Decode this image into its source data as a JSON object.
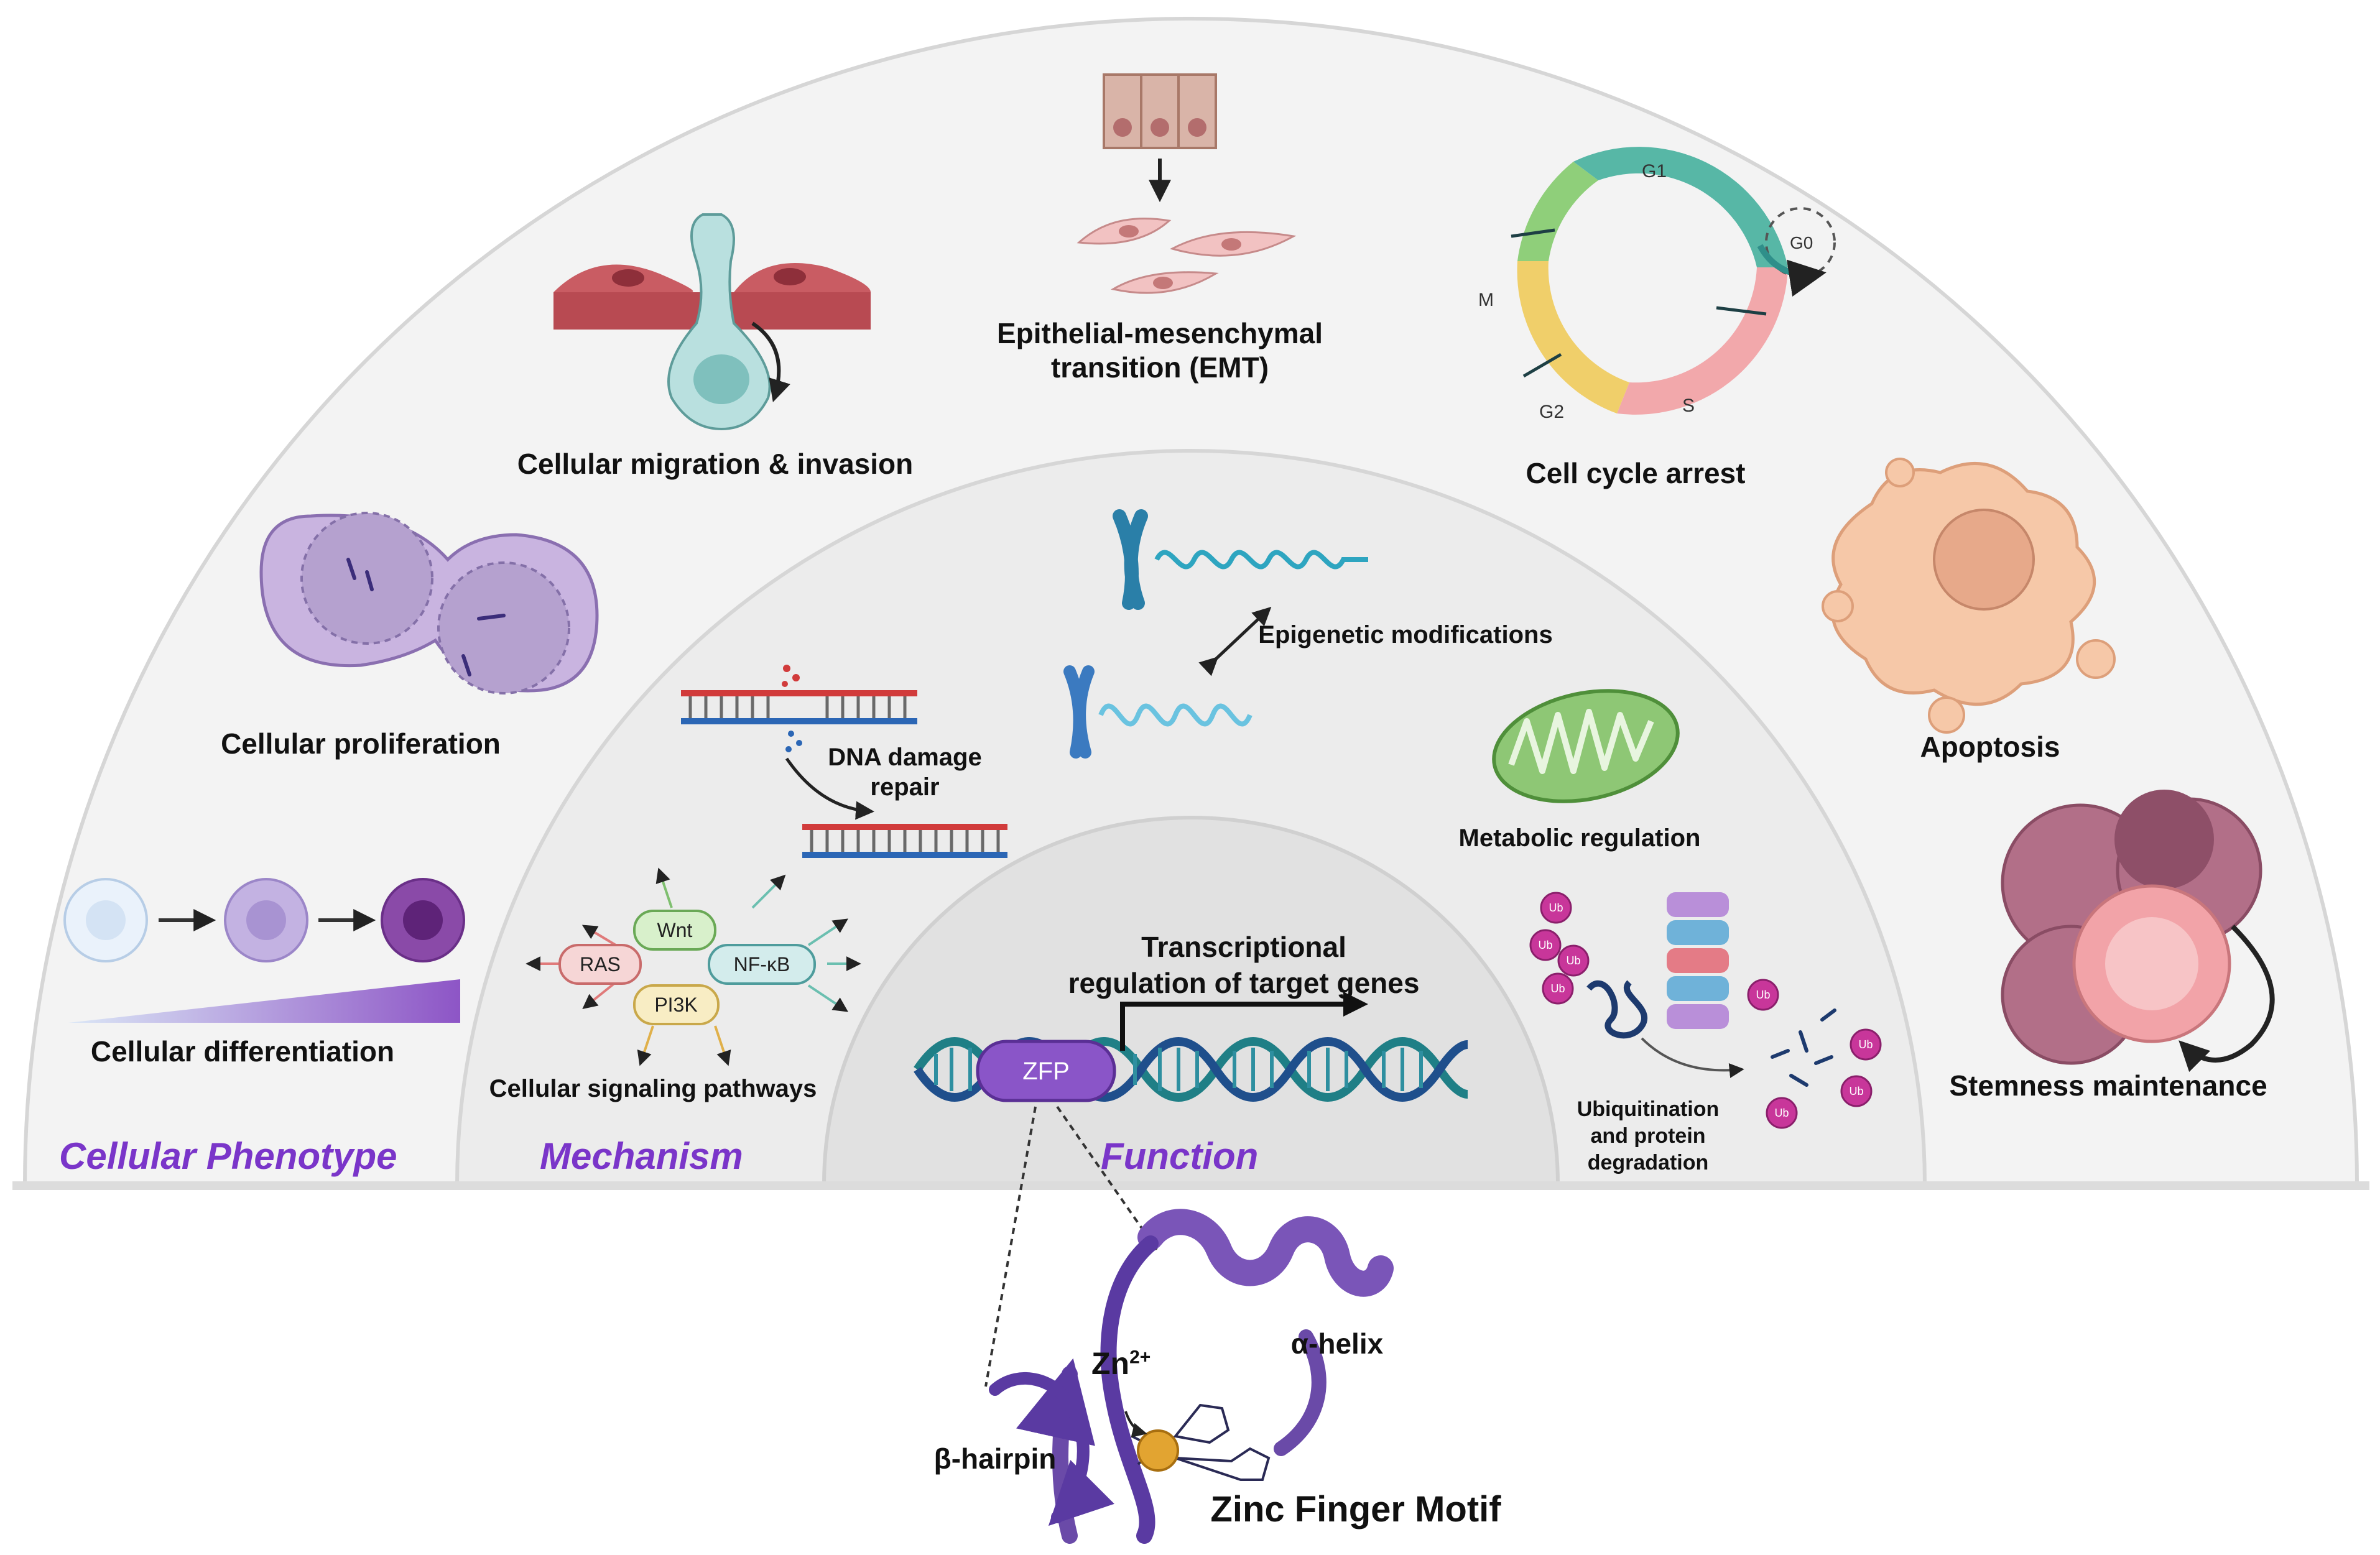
{
  "rings": {
    "outer": "Cellular Phenotype",
    "middle": "Mechanism",
    "inner": "Function"
  },
  "phenotype": {
    "migration": "Cellular migration & invasion",
    "emt_line1": "Epithelial-mesenchymal",
    "emt_line2": "transition (EMT)",
    "cell_cycle": "Cell cycle arrest",
    "proliferation": "Cellular proliferation",
    "apoptosis": "Apoptosis",
    "differentiation": "Cellular differentiation",
    "stemness": "Stemness maintenance"
  },
  "cell_cycle_phases": {
    "g1": "G1",
    "g0": "G0",
    "m": "M",
    "s": "S",
    "g2": "G2"
  },
  "mechanism": {
    "epigenetic": "Epigenetic modifications",
    "dna_line1": "DNA damage",
    "dna_line2": "repair",
    "metabolic": "Metabolic regulation",
    "signaling": "Cellular signaling pathways",
    "ubiq_line1": "Ubiquitination",
    "ubiq_line2": "and protein",
    "ubiq_line3": "degradation",
    "ub_tag": "Ub"
  },
  "pathways": {
    "wnt": "Wnt",
    "ras": "RAS",
    "nfkb": "NF-κB",
    "pi3k": "PI3K"
  },
  "function": {
    "tx_line1": "Transcriptional",
    "tx_line2": "regulation of target genes",
    "zfp": "ZFP"
  },
  "motif": {
    "zn": "Zn",
    "zn_charge": "2+",
    "alpha": "α-helix",
    "beta": "β-hairpin",
    "title": "Zinc Finger Motif"
  },
  "colors": {
    "ring_label": "#7a35c9",
    "outer_band": "#f1f1f1",
    "middle_band": "#ebebeb",
    "inner_band": "#e3e3e3",
    "zfp_purple": "#8a55c8",
    "dna_teal": "#1f7f86",
    "dna_blue": "#1f4f8c"
  }
}
